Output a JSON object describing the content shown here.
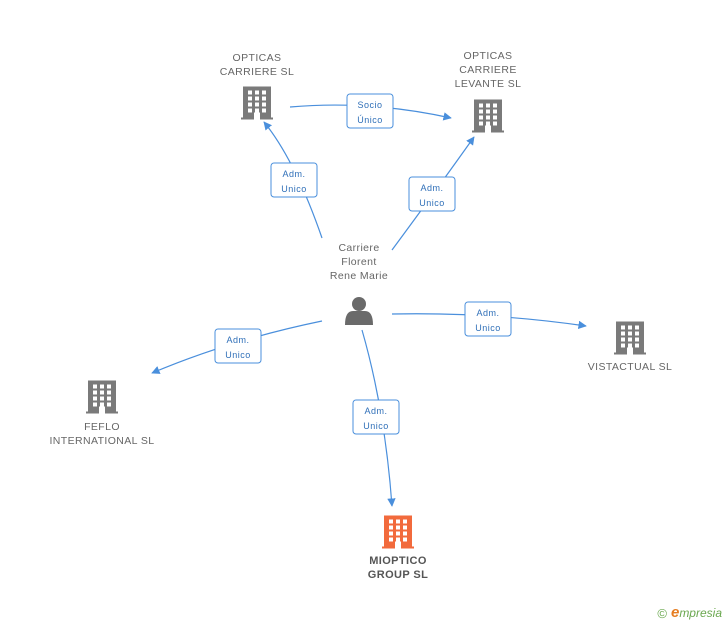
{
  "colors": {
    "edge": "#4a8fdc",
    "building": "#7a7a7a",
    "building_main": "#f26a3c",
    "person": "#6a6a6a"
  },
  "person": {
    "lines": [
      "Carriere",
      "Florent",
      "Rene Marie"
    ],
    "icon": "person-icon"
  },
  "companies": [
    {
      "id": "opticas-carriere",
      "lines": [
        "OPTICAS",
        "CARRIERE SL"
      ],
      "icon": "building-icon",
      "main": false
    },
    {
      "id": "opticas-levante",
      "lines": [
        "OPTICAS",
        "CARRIERE",
        "LEVANTE SL"
      ],
      "icon": "building-icon",
      "main": false
    },
    {
      "id": "vistactual",
      "lines": [
        "VISTACTUAL SL"
      ],
      "icon": "building-icon",
      "main": false
    },
    {
      "id": "feflo",
      "lines": [
        "FEFLO",
        "INTERNATIONAL SL"
      ],
      "icon": "building-icon",
      "main": false
    },
    {
      "id": "mioptico",
      "lines": [
        "MIOPTICO",
        "GROUP SL"
      ],
      "icon": "building-icon",
      "main": true
    }
  ],
  "edges": [
    {
      "id": "person-opticas-carriere",
      "from": "person",
      "to": "opticas-carriere",
      "label": [
        "Adm.",
        "Unico"
      ]
    },
    {
      "id": "person-opticas-levante",
      "from": "person",
      "to": "opticas-levante",
      "label": [
        "Adm.",
        "Unico"
      ]
    },
    {
      "id": "opticas-carriere-levante",
      "from": "opticas-carriere",
      "to": "opticas-levante",
      "label": [
        "Socio",
        "Único"
      ]
    },
    {
      "id": "person-vistactual",
      "from": "person",
      "to": "vistactual",
      "label": [
        "Adm.",
        "Unico"
      ]
    },
    {
      "id": "person-feflo",
      "from": "person",
      "to": "feflo",
      "label": [
        "Adm.",
        "Unico"
      ]
    },
    {
      "id": "person-mioptico",
      "from": "person",
      "to": "mioptico",
      "label": [
        "Adm.",
        "Unico"
      ]
    }
  ],
  "footer": {
    "copyright": "©",
    "brand_initial": "e",
    "brand_rest": "mpresia"
  }
}
